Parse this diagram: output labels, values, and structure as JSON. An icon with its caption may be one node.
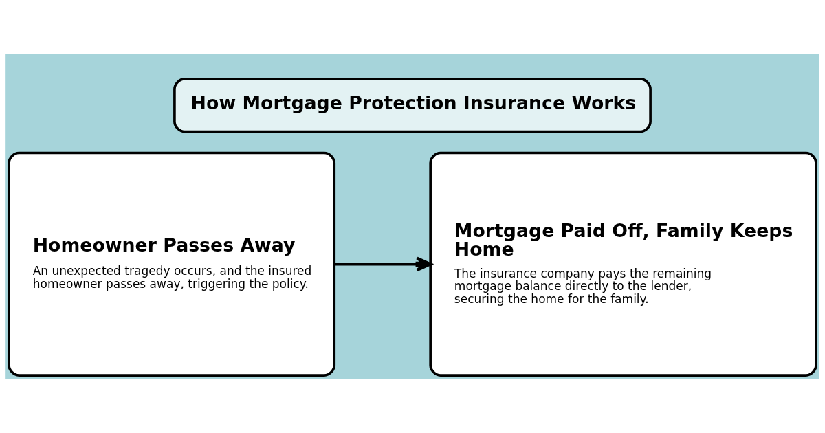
{
  "diagram": {
    "title": "How Mortgage Protection Insurance Works",
    "nodes": [
      {
        "text": [
          "Homeowner Passes Away",
          "An unexpected tragedy occurs, and the insured homeowner passes away, triggering the policy."
        ]
      },
      {
        "text": [
          "Mortgage Paid Off, Family Keeps Home",
          "The insurance company pays the remaining mortgage balance directly to the lender, securing the home for the family."
        ]
      }
    ],
    "edges": [
      {
        "from": 0,
        "to": 1,
        "arrow": "to"
      }
    ]
  }
}
